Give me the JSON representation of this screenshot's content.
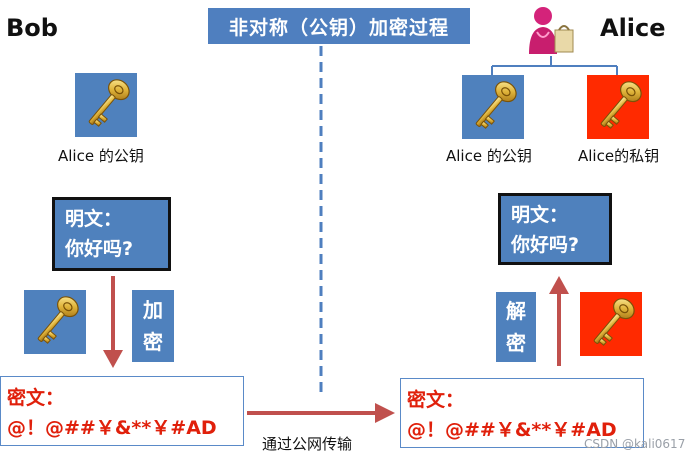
{
  "header": {
    "title": "非对称（公钥）加密过程",
    "left_party": "Bob",
    "right_party": "Alice"
  },
  "bob": {
    "key_label": "Alice 的公钥",
    "plaintext": {
      "line1": "明文：",
      "line2": "你好吗?"
    },
    "encrypt_label": {
      "char1": "加",
      "char2": "密"
    },
    "ciphertext": {
      "line1": "密文：",
      "line2": "@！@##￥&**￥#AD"
    }
  },
  "alice": {
    "public_key_label": "Alice 的公钥",
    "private_key_label": "Alice的私钥",
    "plaintext": {
      "line1": "明文：",
      "line2": "你好吗?"
    },
    "decrypt_label": {
      "char1": "解",
      "char2": "密"
    },
    "ciphertext": {
      "line1": "密文：",
      "line2": "@！@##￥&**￥#AD"
    }
  },
  "transfer_label": "通过公网传输",
  "watermark": "CSDN @kali0617",
  "colors": {
    "box_blue": "#4f81bd",
    "key_red": "#ff2a00",
    "arrow": "#c0504d",
    "cipher_text": "#e0200b",
    "divider": "#4f7fbf"
  },
  "icons": {
    "public_key": "gold-key-icon",
    "private_key": "gold-key-icon",
    "alice_avatar": "person-with-bag-icon"
  }
}
